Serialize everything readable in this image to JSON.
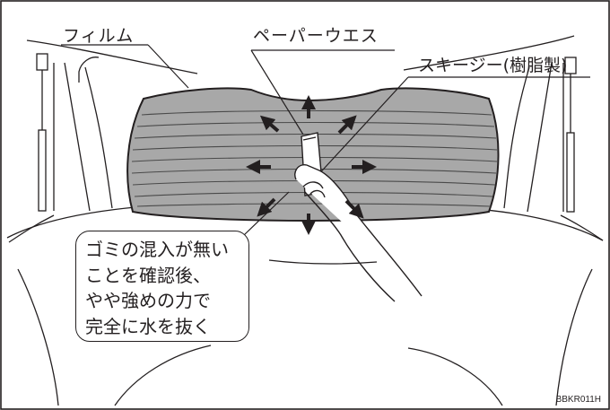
{
  "labels": {
    "film": "フィルム",
    "paper_towel": "ペーパーウエス",
    "squeegee": "スキージー(樹脂製)"
  },
  "note": {
    "lines": [
      "ゴミの混入が無い",
      "ことを確認後、",
      "やや強めの力で",
      "完全に水を抜く"
    ]
  },
  "figure_code": "BBKR011H",
  "arrow_directions": [
    "up",
    "up-left",
    "up-right",
    "left",
    "right",
    "down-left",
    "down",
    "down-right"
  ]
}
